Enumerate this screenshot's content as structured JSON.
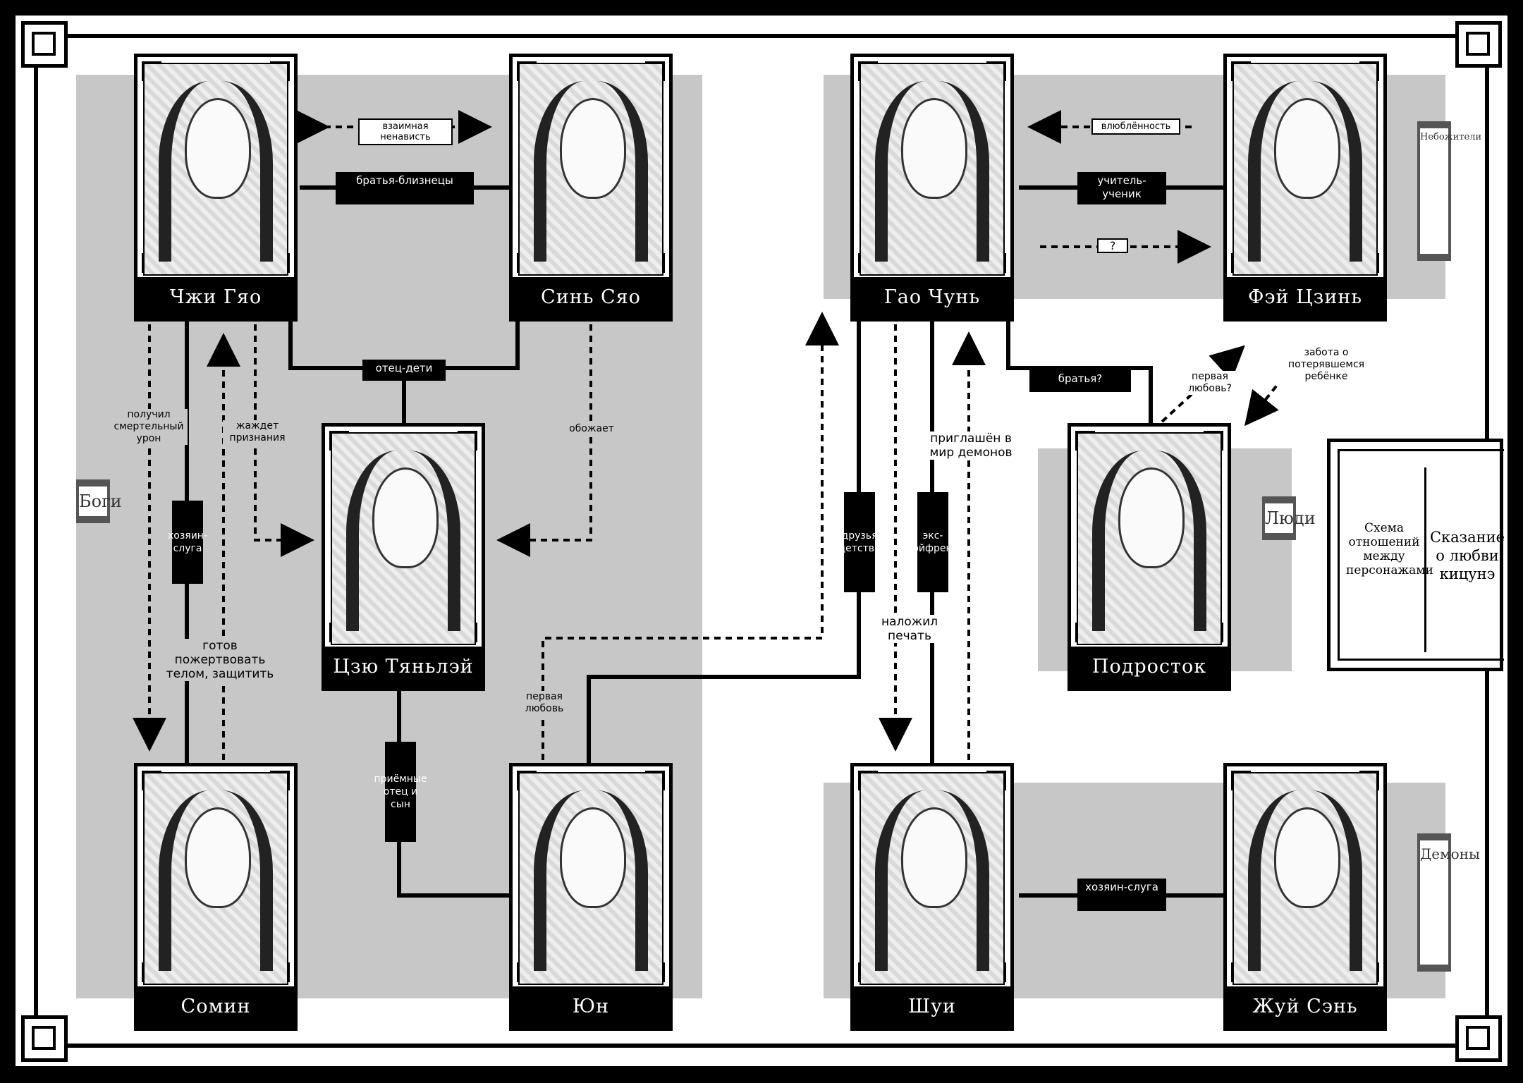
{
  "title": {
    "line1": "Схема отношений между персонажами",
    "line2": "Сказание о любви кицунэ"
  },
  "groups": {
    "gods": "Боги",
    "celestials": "Небожители",
    "people": "Люди",
    "demons": "Демоны"
  },
  "characters": {
    "zhi_gyao": "Чжи Гяо",
    "sin_syao": "Синь Сяо",
    "gao_chun": "Гао Чунь",
    "fei_izin": "Фэй Цзинь",
    "izyu_tyanlei": "Цзю Тяньлэй",
    "podrostok": "Подросток",
    "somin": "Сомин",
    "yun": "Юн",
    "shui": "Шуи",
    "zhui_sen": "Жуй Сэнь"
  },
  "relations": {
    "mutual_hatred": "взаимная ненависть",
    "twins": "братья-близнецы",
    "father_children": "отец-дети",
    "fatal_wound": "получил смертельный урон",
    "craves_recognition": "жаждет признания",
    "adores": "обожает",
    "master_servant_1": "хозяин-слуга",
    "ready_sacrifice": "готов пожертвовать телом, защитить",
    "adoptive": "приёмные отец и сын",
    "first_love": "первая любовь",
    "in_love": "влюблённость",
    "teacher_student": "учитель-ученик",
    "question": "?",
    "brothers_q": "братья?",
    "first_love_q": "первая любовь?",
    "care_child": "забота о потерявшемся ребёнке",
    "invited": "приглашён в мир демонов",
    "childhood_friends": "друзья детства",
    "ex_boyfriend": "экс-бойфренд",
    "sealed": "наложил печать",
    "master_servant_2": "хозяин-слуга"
  }
}
